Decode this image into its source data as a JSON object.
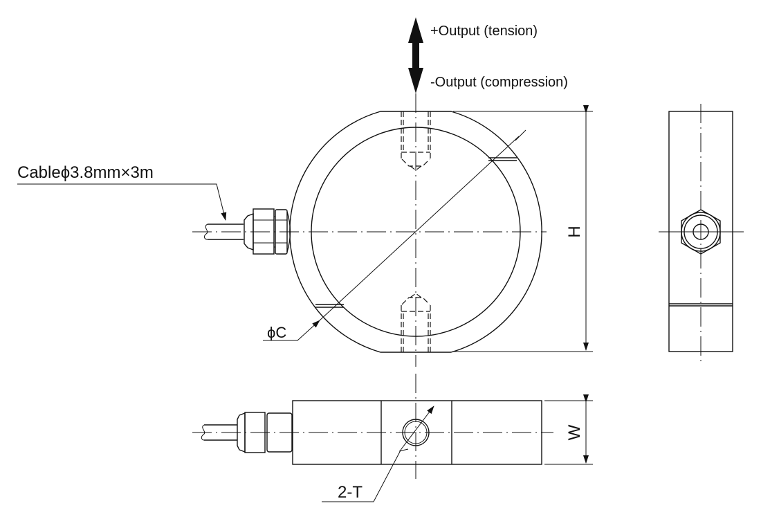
{
  "labels": {
    "tension": "+Output (tension)",
    "compression": "-Output (compression)",
    "cable": "Cableϕ3.8mm×3m",
    "diameter": "ϕC",
    "height": "H",
    "width": "W",
    "thread": "2-T"
  },
  "colors": {
    "line": "#111111",
    "background": "#ffffff"
  }
}
